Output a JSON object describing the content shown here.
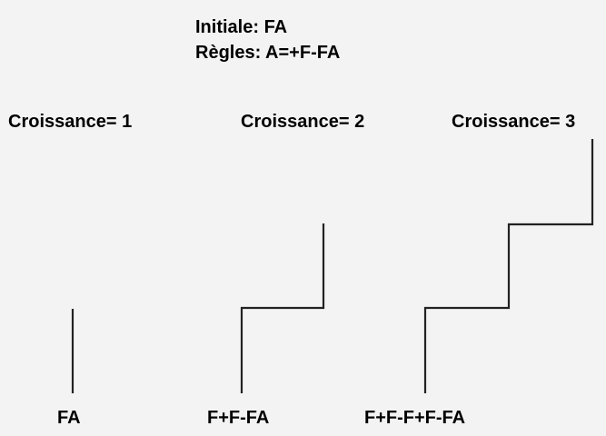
{
  "header": {
    "initial": "Initiale: FA",
    "rules": "Règles: A=+F-FA"
  },
  "stages": [
    {
      "title": "Croissance= 1",
      "iteration": 1,
      "string": "FA"
    },
    {
      "title": "Croissance= 2",
      "iteration": 2,
      "string": "F+F-FA"
    },
    {
      "title": "Croissance= 3",
      "iteration": 3,
      "string": "F+F-F+F-FA"
    }
  ],
  "drawing": {
    "turtle_moves": "F = forward (up), + = turn right, - = turn left",
    "stroke_color": "#222222",
    "background_color": "#f3f3f3"
  }
}
